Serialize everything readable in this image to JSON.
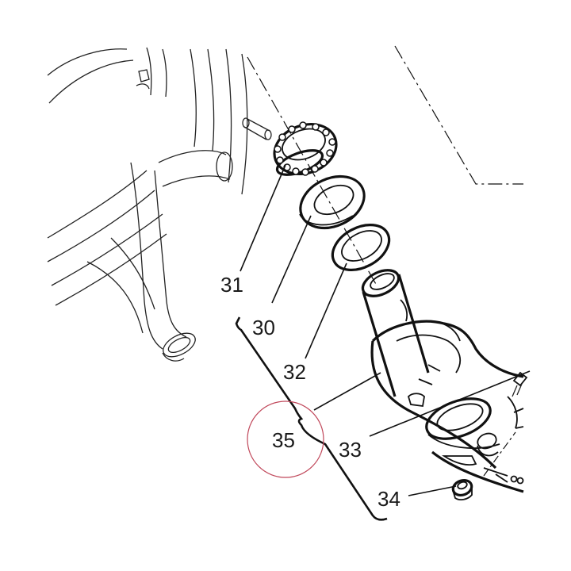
{
  "labels": {
    "part_31": "31",
    "part_30": "30",
    "part_32": "32",
    "part_33": "33",
    "part_34": "34",
    "part_35": "35"
  },
  "colors": {
    "line": "#111111",
    "background": "#ffffff",
    "highlight_circle": "#c0475a"
  }
}
